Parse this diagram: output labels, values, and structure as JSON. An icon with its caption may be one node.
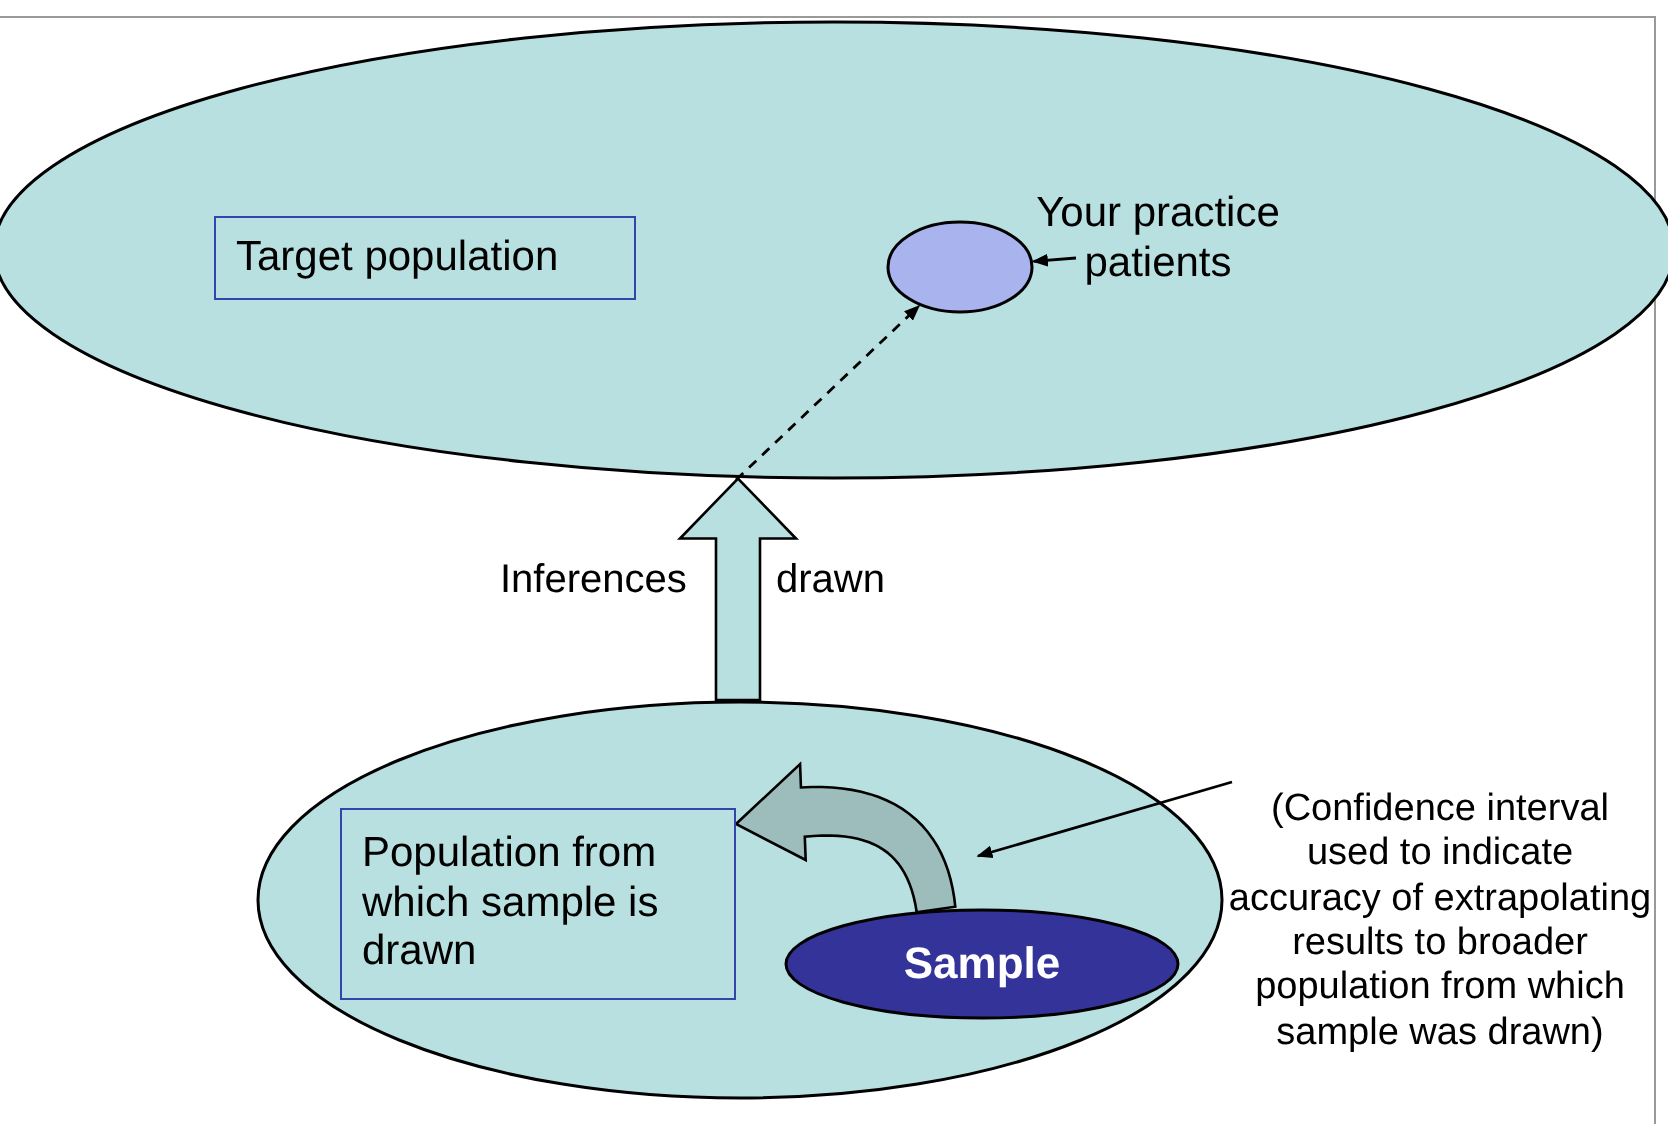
{
  "diagram": {
    "nodes": [
      {
        "text": [],
        "shape": "ellipse"
      },
      {
        "text": [
          "Target population"
        ],
        "in": 0
      },
      {
        "text": [],
        "shape": "ellipse",
        "in": 0
      },
      {
        "text": [
          "Your practice patients"
        ],
        "in": 0
      },
      {
        "text": [],
        "shape": "ellipse"
      },
      {
        "text": [
          "Population from which sample is drawn"
        ],
        "in": 4
      },
      {
        "text": [
          "Sample"
        ],
        "in": 4
      },
      {
        "text": [
          "(Confidence interval used to indicate accuracy of extrapolating results to broader population from which sample was drawn)"
        ]
      }
    ],
    "edges": [
      {
        "from": 3,
        "to": 2,
        "arrow": "to"
      },
      {
        "from": null,
        "to": 2,
        "arrow": "to",
        "style": "dashed"
      },
      {
        "from": 4,
        "to": 0,
        "arrow": "to",
        "style": "thick"
      },
      {
        "from": 6,
        "to": 5,
        "arrow": "to",
        "style": "thick",
        "color": "#9dbcbc"
      },
      {
        "from": 7,
        "to": null,
        "arrow": "to"
      }
    ],
    "labels": [
      "Inferences",
      "drawn"
    ]
  }
}
